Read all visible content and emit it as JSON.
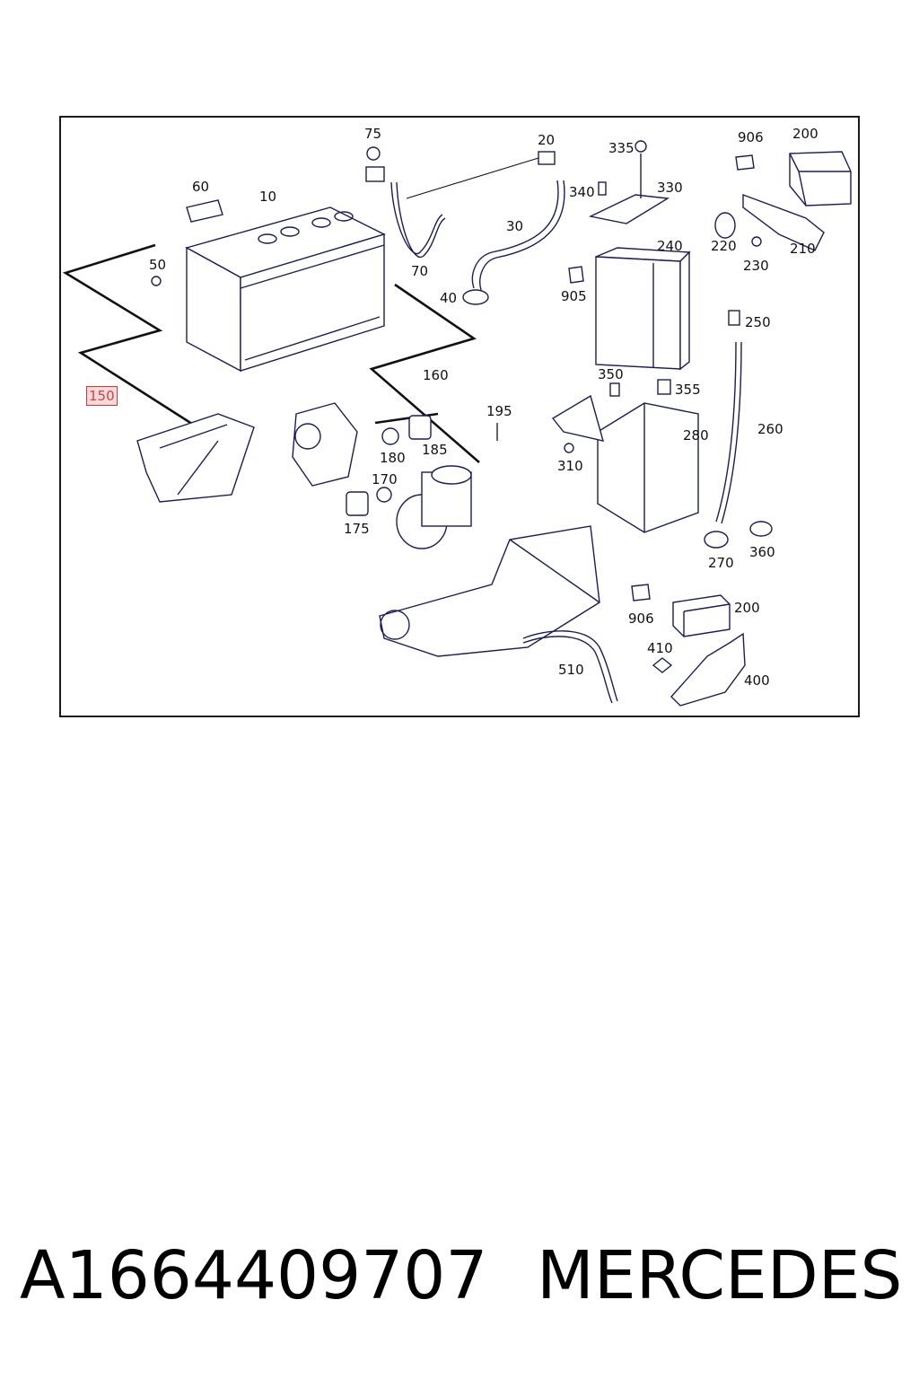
{
  "callouts": {
    "c10": "10",
    "c20": "20",
    "c30": "30",
    "c40": "40",
    "c50": "50",
    "c60": "60",
    "c70": "70",
    "c75": "75",
    "c150": "150",
    "c160": "160",
    "c170": "170",
    "c175": "175",
    "c180": "180",
    "c185": "185",
    "c195": "195",
    "c200a": "200",
    "c200b": "200",
    "c210": "210",
    "c220": "220",
    "c230": "230",
    "c240": "240",
    "c250": "250",
    "c260": "260",
    "c270": "270",
    "c280": "280",
    "c310": "310",
    "c330": "330",
    "c335": "335",
    "c340": "340",
    "c350": "350",
    "c355": "355",
    "c360": "360",
    "c400": "400",
    "c410": "410",
    "c510": "510",
    "c905": "905",
    "c906a": "906",
    "c906b": "906"
  },
  "highlighted_callout": "150",
  "caption": {
    "part_number": "A1664409707",
    "brand": "MERCEDES"
  },
  "colors": {
    "line_art": "#1c1c5a",
    "highlight_border": "#d33333",
    "highlight_fill": "#f8dada"
  }
}
